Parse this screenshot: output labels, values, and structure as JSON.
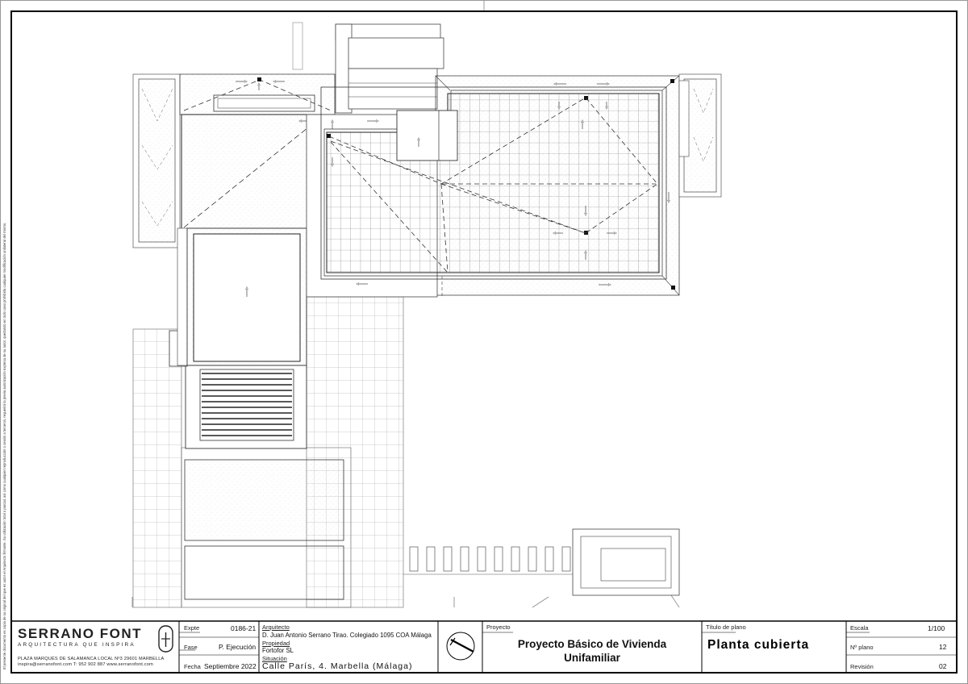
{
  "side_note": "El presente documento es copia de su original del que es autor el Arquitecto firmante. Su utilización total o parcial, así como cualquier reproducción o cesión a terceros, requerirá la previa autorización expresa de su autor, quedando en todo caso prohibida cualquier modificación unilateral del mismo.",
  "title_block": {
    "logo": {
      "name": "SERRANO FONT",
      "tagline": "ARQUITECTURA QUE INSPIRA",
      "address": "PLAZA MARQUÉS DE SALAMANCA LOCAL Nº3 29601 MARBELLA",
      "contact": "inspira@serranofont.com  T: 952 902 887  www.serranofont.com"
    },
    "expte": {
      "label": "Expte",
      "value": "0186-21"
    },
    "fase": {
      "label": "Fase",
      "value": "P. Ejecución"
    },
    "fecha": {
      "label": "Fecha",
      "value": "Septiembre 2022"
    },
    "arquitecto": {
      "label": "Arquitecto",
      "value": "D. Juan Antonio Serrano Tirao. Colegiado 1095 COA Málaga"
    },
    "propiedad": {
      "label": "Propiedad",
      "value": "Fortofor SL"
    },
    "situacion": {
      "label": "Situación",
      "value": "Calle París, 4. Marbella (Málaga)"
    },
    "proyecto": {
      "label": "Proyecto",
      "line1": "Proyecto Básico de Vivienda",
      "line2": "Unifamiliar"
    },
    "titulo": {
      "label": "Título de plano",
      "value": "Planta cubierta"
    },
    "escala": {
      "label": "Escala",
      "value": "1/100"
    },
    "plano": {
      "label": "Nº plano",
      "value": "12"
    },
    "revision": {
      "label": "Revisión",
      "value": "02"
    }
  },
  "colors": {
    "line": "#222222",
    "grid": "#666666",
    "hatch": "#c8c8c8"
  }
}
